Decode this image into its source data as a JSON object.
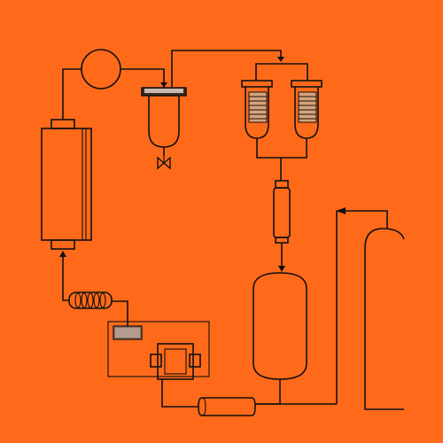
{
  "colors": {
    "background": "#ff6a1a",
    "line": "#111111",
    "fill_panel": "#c8906a",
    "fill_dark": "#3a2a22"
  },
  "components": [
    {
      "name": "pump-circle",
      "kind": "pump"
    },
    {
      "name": "filter-housing",
      "kind": "filter with drain valve"
    },
    {
      "name": "twin-adsorber-columns",
      "kind": "packed columns"
    },
    {
      "name": "inline-tube",
      "kind": "small cylinder"
    },
    {
      "name": "large-reservoir",
      "kind": "tank"
    },
    {
      "name": "gas-cylinder",
      "kind": "pressure cylinder"
    },
    {
      "name": "heat-exchanger-coil",
      "kind": "coil"
    },
    {
      "name": "control-box",
      "kind": "controller"
    },
    {
      "name": "main-reactor-column",
      "kind": "tall column"
    },
    {
      "name": "bottom-pump",
      "kind": "horizontal cylinder"
    }
  ]
}
